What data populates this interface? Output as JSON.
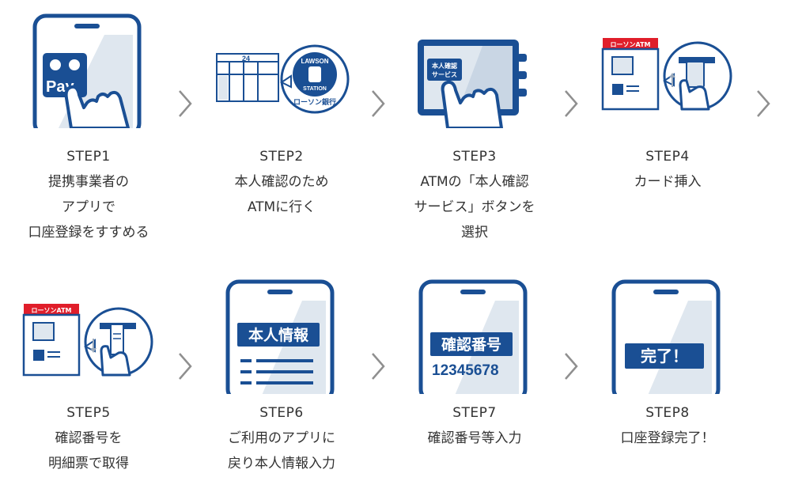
{
  "colors": {
    "blue": "#1a4f94",
    "light": "#dfe7ef",
    "red": "#e01e2a",
    "text": "#333333",
    "chevron": "#8f8f8f"
  },
  "steps": [
    {
      "num": "STEP1",
      "lines": [
        "提携事業者の",
        "アプリで",
        "口座登録をすすめる"
      ],
      "icon": "phone-pay-tap-icon"
    },
    {
      "num": "STEP2",
      "lines": [
        "本人確認のため",
        "ATMに行く"
      ],
      "icon": "lawson-store-icon"
    },
    {
      "num": "STEP3",
      "lines": [
        "ATMの「本人確認",
        "サービス」ボタンを",
        "選択"
      ],
      "icon": "atm-button-tap-icon"
    },
    {
      "num": "STEP4",
      "lines": [
        "カード挿入"
      ],
      "icon": "atm-card-insert-icon"
    },
    {
      "num": "STEP5",
      "lines": [
        "確認番号を",
        "明細票で取得"
      ],
      "icon": "atm-receipt-icon"
    },
    {
      "num": "STEP6",
      "lines": [
        "ご利用のアプリに",
        "戻り本人情報入力"
      ],
      "icon": "phone-personal-info-icon"
    },
    {
      "num": "STEP7",
      "lines": [
        "確認番号等入力"
      ],
      "icon": "phone-confirmation-number-icon"
    },
    {
      "num": "STEP8",
      "lines": [
        "口座登録完了！"
      ],
      "icon": "phone-complete-icon"
    }
  ],
  "icon_text": {
    "pay_top": "Pay",
    "store_sign": "24",
    "lawson_badge_line1": "LAWSON",
    "lawson_badge_line2": "STATION",
    "lawson_bank": "ローソン銀行",
    "atm_button_line1": "本人確認",
    "atm_button_line2": "サービス",
    "atm_sign": "ローソンATM",
    "personal_info": "本人情報",
    "confirm_title": "確認番号",
    "confirm_number": "12345678",
    "complete": "完了！"
  }
}
